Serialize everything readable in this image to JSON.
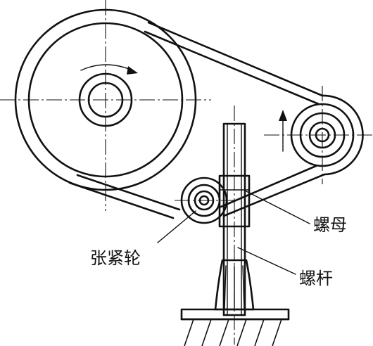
{
  "labels": {
    "tensioner": "张紧轮",
    "nut": "螺母",
    "screw": "螺杆"
  }
}
